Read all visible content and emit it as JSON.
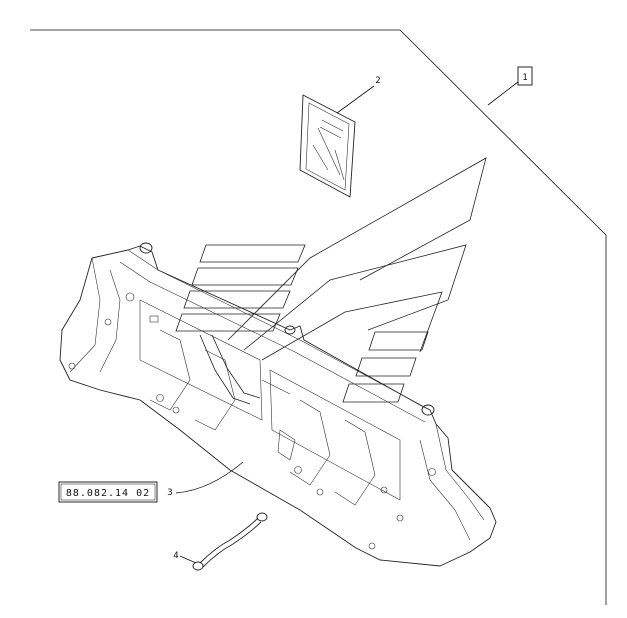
{
  "callouts": [
    {
      "id": "1",
      "label": "1"
    },
    {
      "id": "2",
      "label": "2"
    },
    {
      "id": "3",
      "label": "3"
    },
    {
      "id": "4",
      "label": "4"
    }
  ],
  "reference_box": {
    "label": "88.082.14 02"
  }
}
